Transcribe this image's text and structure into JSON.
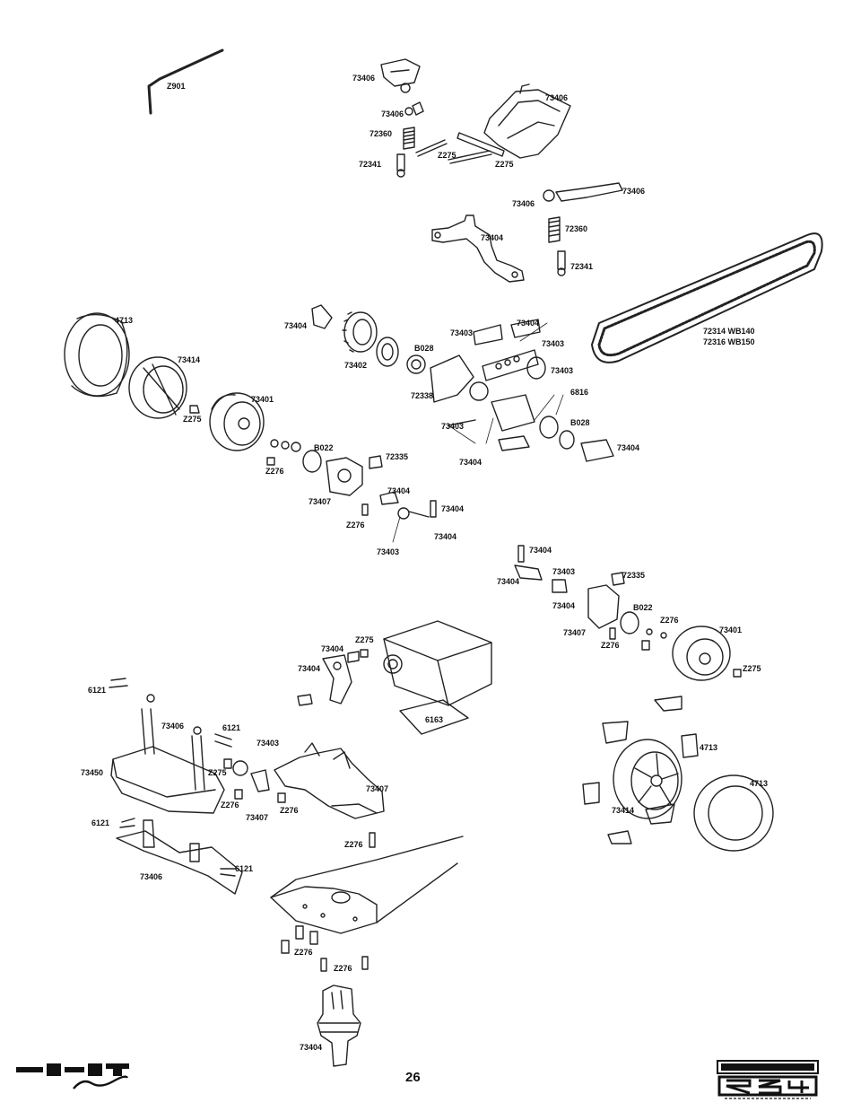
{
  "page_number": "26",
  "logos": {
    "left": "HPI Racing",
    "right": "MICRO RS4 1/18 SCALE 4WD"
  },
  "labels": {
    "z901": "Z901",
    "a73406_top": "73406",
    "a73406_b": "73406",
    "a72360_a": "72360",
    "a72341_a": "72341",
    "z275_a": "Z275",
    "z275_b": "Z275",
    "a73406_c": "73406",
    "a73406_d": "73406",
    "a73406_e": "73406",
    "a72360_b": "72360",
    "a72341_b": "72341",
    "a73404_arm": "73404",
    "a4713_l": "4713",
    "a73414_l": "73414",
    "z275_c": "Z275",
    "a73401_l": "73401",
    "a73404_a": "73404",
    "a73402": "73402",
    "b028_a": "B028",
    "a72338": "72338",
    "a73403_a": "73403",
    "a73404_b": "73404",
    "a73403_b": "73403",
    "a73403_c": "73403",
    "a6816": "6816",
    "a73403_d": "73403",
    "b028_b": "B028",
    "a73404_c": "73404",
    "a73404_d": "73404",
    "b022_a": "B022",
    "z276_a": "Z276",
    "a72335_a": "72335",
    "a73407_a": "73407",
    "a73404_e": "73404",
    "z276_b": "Z276",
    "a73404_f": "73404",
    "a73404_g": "73404",
    "a73403_e": "73403",
    "belt_a": "72314 WB140",
    "belt_b": "72316 WB150",
    "a73404_h": "73404",
    "a73403_f": "73403",
    "a72335_b": "72335",
    "a73404_i": "73404",
    "a73404_j": "73404",
    "b022_b": "B022",
    "z276_c": "Z276",
    "a73407_b": "73407",
    "z276_d": "Z276",
    "a73401_r": "73401",
    "z275_d": "Z275",
    "a73404_k": "73404",
    "z275_e": "Z275",
    "a73404_l": "73404",
    "a6163": "6163",
    "a6121_a": "6121",
    "a73406_f": "73406",
    "a6121_b": "6121",
    "a73403_g": "73403",
    "a73450": "73450",
    "z275_f": "Z275",
    "z276_e": "Z276",
    "a73407_c": "73407",
    "z276_f": "Z276",
    "a73407_d": "73407",
    "a6121_c": "6121",
    "a73406_g": "73406",
    "a6121_d": "6121",
    "z276_g": "Z276",
    "a4713_r1": "4713",
    "a4713_r2": "4713",
    "a73414_r": "73414",
    "z276_h": "Z276",
    "z276_i": "Z276",
    "a73404_m": "73404"
  }
}
